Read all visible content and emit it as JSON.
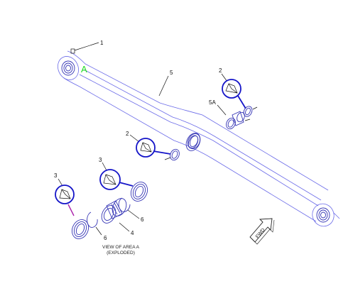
{
  "labels": {
    "p1": "1",
    "p5": "5",
    "p2_top": "2",
    "p5a": "5A",
    "p2_mid": "2",
    "p3_mid": "3",
    "p3_left": "3",
    "p6_right": "6",
    "p4": "4",
    "p6_left": "6",
    "area_a": "A"
  },
  "caption": {
    "line1": "VIEW OF AREA A",
    "line2": "(EXPLODED)"
  },
  "fwd_label": "FWD",
  "colors": {
    "outline": "#6a6ae8",
    "callout_ring": "#1515c8",
    "area_marker": "#22dd22"
  }
}
